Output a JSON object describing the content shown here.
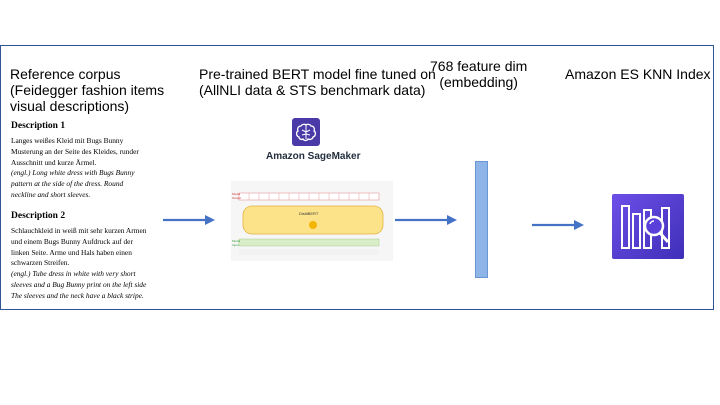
{
  "corpus": {
    "title_lines": [
      "Reference corpus",
      "(Feidegger fashion items",
      "visual descriptions)"
    ],
    "descriptions": [
      {
        "heading": "Description 1",
        "german_lines": [
          "Langes weißes Kleid mit Bugs Bunny",
          "Musterung an der Seite des Kleides, runder",
          "Ausschnitt und kurze Ärmel."
        ],
        "english_lines": [
          "(engl.) Long white dress with Bugs Bunny",
          "pattern at the side of the dress. Round",
          "neckline and short sleeves."
        ]
      },
      {
        "heading": "Description 2",
        "german_lines": [
          "Schlauchkleid in weiß mit sehr kurzen Armen",
          "und einem Bugs Bunny Aufdruck auf der",
          "linken Seite. Arme und Hals haben einen",
          "schwarzen Streifen."
        ],
        "english_lines": [
          "(engl.) Tube dress in white with very short",
          "sleeves and a Bug Bunny print on the left side",
          "The sleeves and the neck have a black stripe."
        ]
      }
    ]
  },
  "model": {
    "title_lines": [
      "Pre-trained BERT model fine tuned on",
      "(AllNLI data & STS benchmark data)"
    ],
    "sagemaker_label": "Amazon SageMaker",
    "figure_center_label": "DistilBERT",
    "figure_side_labels": [
      "Model Output",
      "Model Input"
    ]
  },
  "embedding": {
    "title_lines": [
      "768 feature dim",
      "(embedding)"
    ]
  },
  "index": {
    "title": "Amazon ES KNN Index"
  },
  "colors": {
    "frame": "#2F5597",
    "arrow": "#4472C4",
    "embedding_bar": "#8FB4E8",
    "sagemaker": "#4A3AA8",
    "elasticsearch": "#5A3FD8"
  },
  "icons": [
    "sagemaker-brain-icon",
    "elasticsearch-index-icon",
    "embedding-vector-bar"
  ]
}
